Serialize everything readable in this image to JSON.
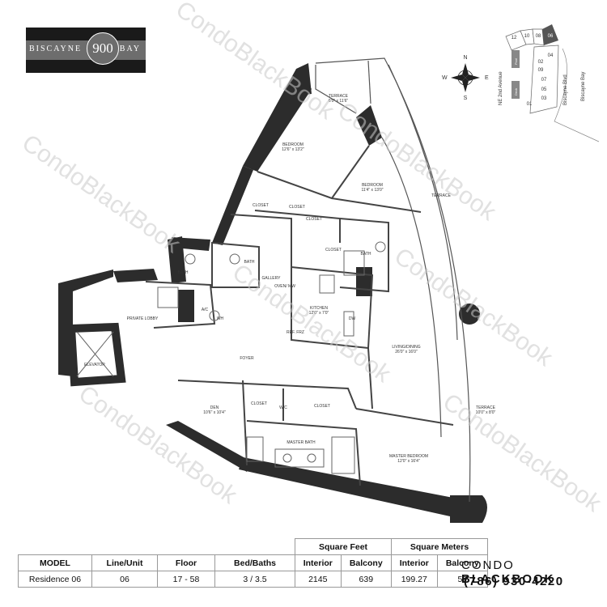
{
  "logo": {
    "left": "BISCAYNE",
    "number": "900",
    "right": "BAY"
  },
  "watermark": "CondoBlackBook",
  "compass": {
    "n": "N",
    "s": "S",
    "e": "E",
    "w": "W"
  },
  "site_map": {
    "units_top": [
      "12",
      "10",
      "08",
      "06"
    ],
    "units_right": [
      "04",
      "02",
      "09",
      "07",
      "05",
      "03",
      "01"
    ],
    "street_ne2": "NE 2nd Avenue",
    "street_biscayne": "Biscayne Blvd",
    "bay": "Biscayne Bay",
    "pool": "Pool",
    "deck": "Deck",
    "highlight_color": "#555555"
  },
  "rooms": {
    "terrace_top": {
      "name": "TERRACE",
      "dims": "6'0\" x 11'6\""
    },
    "bedroom1": {
      "name": "BEDROOM",
      "dims": "12'6\" x 13'2\""
    },
    "bedroom2": {
      "name": "BEDROOM",
      "dims": "11'4\" x 13'0\""
    },
    "terrace_right": "TERRACE",
    "closet1": "CLOSET",
    "closet2": "CLOSET",
    "closet3": "CLOSET",
    "closet4": "CLOSET",
    "bath1": "BATH",
    "bath2": "BATH",
    "bath3": "BATH",
    "gallery": "GALLERY",
    "oven_mw": "OVEN/ MW",
    "kitchen": {
      "name": "KITCHEN",
      "dims": "12'0\" x 7'0\""
    },
    "ref": "REF. FRZ",
    "dw": "DW",
    "ac": "A/C",
    "wh": "WH",
    "private_lobby": "PRIVATE LOBBY",
    "foyer": "FOYER",
    "elevator": "ELEVATOR",
    "living": {
      "name": "LIVING/DINING",
      "dims": "26'0\" x 16'0\""
    },
    "den": {
      "name": "DEN",
      "dims": "10'6\" x 10'4\""
    },
    "closet5": "CLOSET",
    "closet6": "CLOSET",
    "wc": "W/C",
    "master_bath": "MASTER BATH",
    "master_bedroom": {
      "name": "MASTER BEDROOM",
      "dims": "12'0\" x 16'4\""
    },
    "terrace_bottom": {
      "name": "TERRACE",
      "dims": "10'0\" x 8'0\""
    }
  },
  "table": {
    "group_sqft": "Square Feet",
    "group_sqm": "Square Meters",
    "headers": [
      "MODEL",
      "Line/Unit",
      "Floor",
      "Bed/Baths",
      "Interior",
      "Balcony",
      "Interior",
      "Balcony"
    ],
    "row": [
      "Residence 06",
      "06",
      "17 - 58",
      "3 / 3.5",
      "2145",
      "639",
      "199.27",
      "59"
    ]
  },
  "brand": {
    "condo": "CONDO",
    "blackbook": "BLACKBOOK",
    "phone": "(786) 930-4220"
  }
}
